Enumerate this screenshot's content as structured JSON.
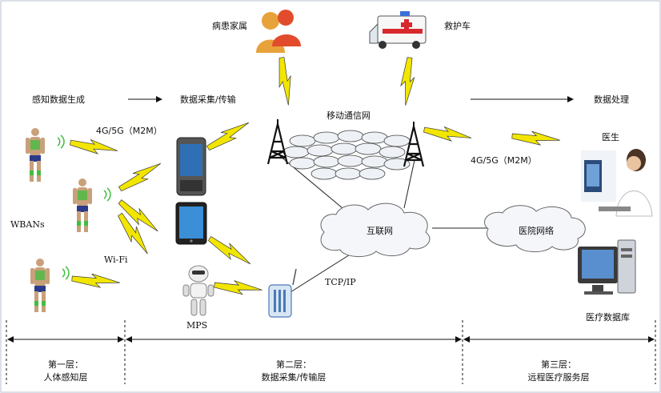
{
  "diagram": {
    "flow": {
      "sensing": "感知数据生成",
      "collection": "数据采集/传输",
      "processing": "数据处理"
    },
    "nodes": {
      "family": "病患家属",
      "ambulance": "救护车",
      "mobile_network": "移动通信网",
      "internet": "互联网",
      "hospital_network": "医院网络",
      "doctor": "医生",
      "database": "医疗数据库",
      "wbans": "WBANs",
      "wifi": "Wi-Fi",
      "mps": "MPS",
      "tcpip": "TCP/IP",
      "m2m_left": "4G/5G（M2M）",
      "m2m_right": "4G/5G（M2M）"
    },
    "layers": [
      {
        "line1": "第一层：",
        "line2": "人体感知层"
      },
      {
        "line1": "第二层：",
        "line2": "数据采集/传输层"
      },
      {
        "line1": "第三层：",
        "line2": "远程医疗服务层"
      }
    ]
  },
  "colors": {
    "lightning": "#f2e600",
    "lightning_stroke": "#3a3a3a",
    "cloud_fill": "#f4f6fa",
    "mesh_fill": "#eef1f6",
    "ambulance_stripe": "#d8282e",
    "person_body": "#c8a07a",
    "sensor_green": "#3fbf3f"
  },
  "icons": [
    "person-icon",
    "family-icon",
    "ambulance-icon",
    "tower-icon",
    "smartphone-icon",
    "tablet-icon",
    "robot-icon",
    "router-icon",
    "cloud-icon",
    "doctor-icon",
    "monitor-icon"
  ]
}
